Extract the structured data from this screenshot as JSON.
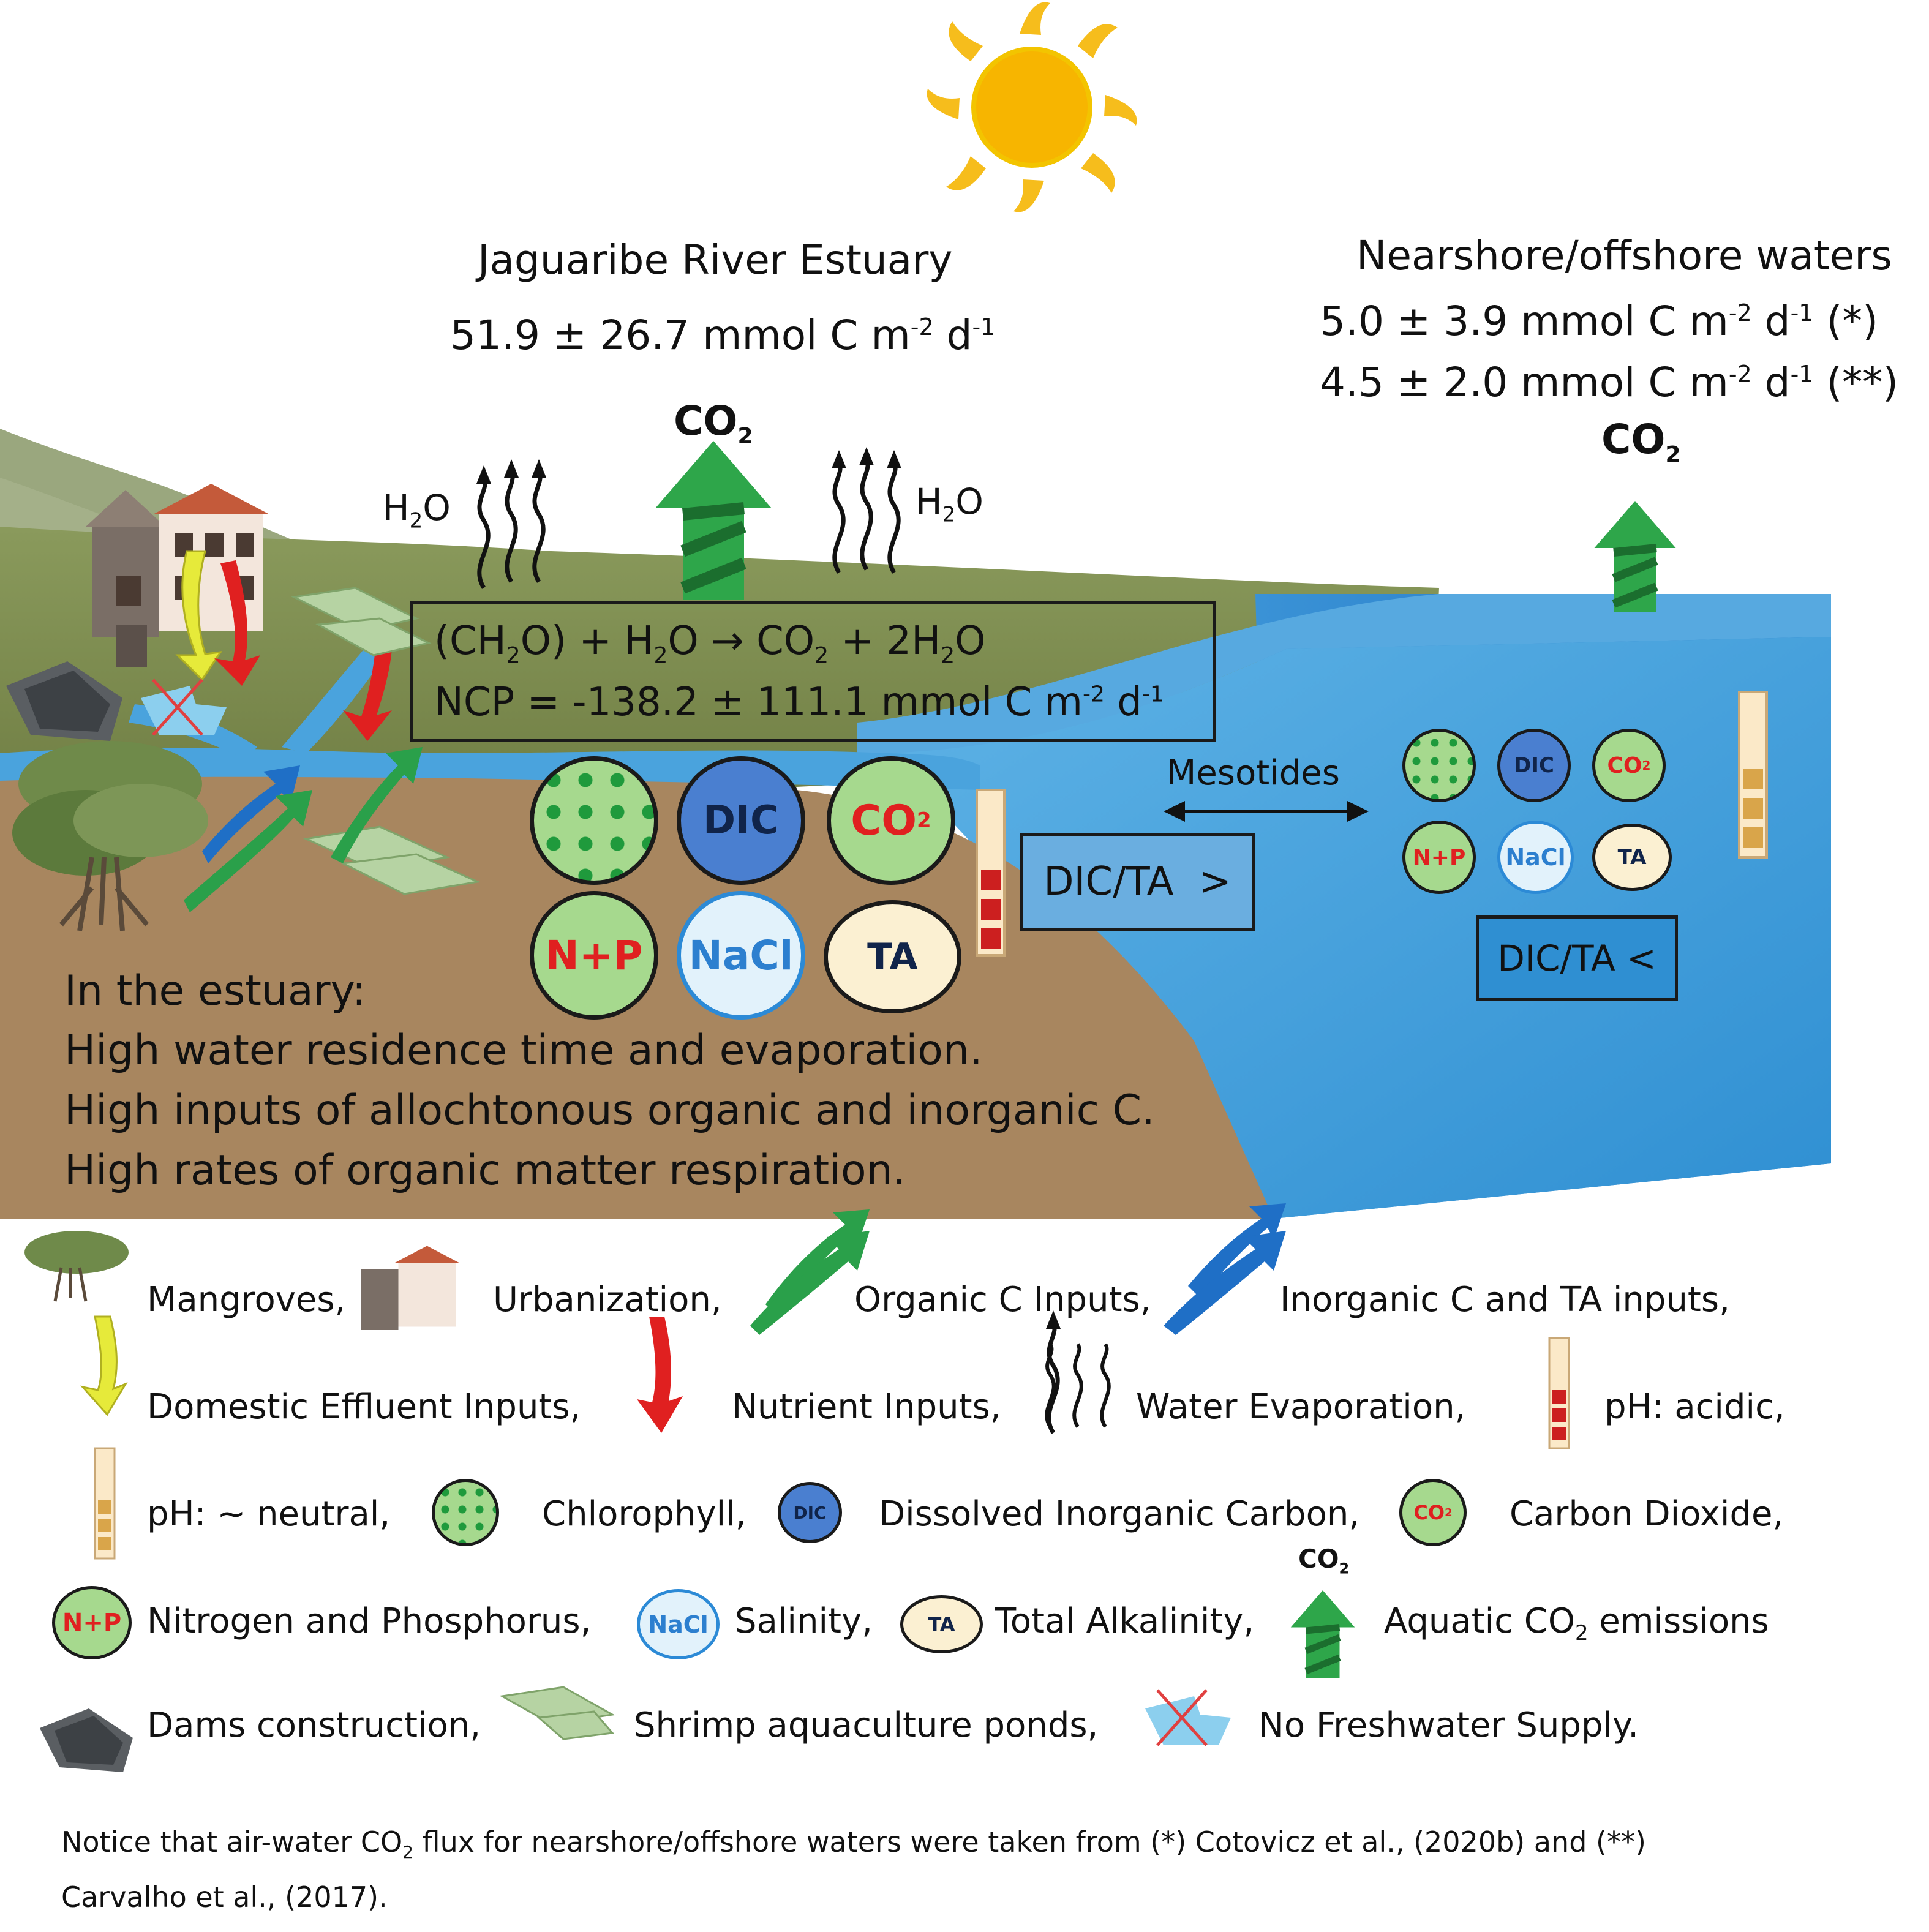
{
  "estuary": {
    "title": "Jaguaribe River Estuary",
    "flux_value": "51.9 ± 26.7 mmol C m",
    "flux_exp1": "-2",
    "flux_mid": " d",
    "flux_exp2": "-1"
  },
  "offshore": {
    "title": "Nearshore/offshore waters",
    "flux1_value": "5.0 ± 3.9 mmol C m",
    "flux1_ref": " (*)",
    "flux2_value": "4.5 ± 2.0 mmol C m",
    "flux2_ref": " (**)",
    "exp1": "-2",
    "mid": " d",
    "exp2": "-1"
  },
  "labels": {
    "co2_main": "CO",
    "co2_sub": "2",
    "h2o_main": "H",
    "h2o_sub": "2",
    "h2o_tail": "O",
    "mesotides": "Mesotides",
    "dic_ta_gt": "DIC/TA  >",
    "dic_ta_lt": "DIC/TA <"
  },
  "equation": {
    "line1_a": "(CH",
    "line1_sub1": "2",
    "line1_b": "O) + H",
    "line1_sub2": "2",
    "line1_c": "O → CO",
    "line1_sub3": "2",
    "line1_d": " + 2H",
    "line1_sub4": "2",
    "line1_e": "O",
    "line2": "NCP = -138.2 ± 111.1 mmol C m",
    "line2_exp1": "-2",
    "line2_mid": " d",
    "line2_exp2": "-1"
  },
  "badges": {
    "dic": "DIC",
    "co2": "CO",
    "co2_sub": "2",
    "np": "N+P",
    "nacl": "NaCl",
    "ta": "TA"
  },
  "estuary_text": {
    "heading": "In the estuary:",
    "line1": "High water residence time and evaporation.",
    "line2": "High inputs of allochtonous organic and inorganic C.",
    "line3": "High rates of organic matter respiration."
  },
  "legend": {
    "mangroves": "Mangroves,",
    "urbanization": "Urbanization,",
    "organic_c": "Organic C Inputs,",
    "inorganic_c": "Inorganic C and TA inputs,",
    "domestic": "Domestic Effluent Inputs,",
    "nutrient": "Nutrient Inputs,",
    "evaporation": "Water Evaporation,",
    "ph_acidic": "pH: acidic,",
    "ph_neutral": "pH: ~ neutral,",
    "chlorophyll": "Chlorophyll,",
    "dic": "Dissolved Inorganic Carbon,",
    "co2": "Carbon Dioxide,",
    "np": "Nitrogen and Phosphorus,",
    "salinity": "Salinity,",
    "ta": "Total Alkalinity,",
    "aquatic_a": "Aquatic CO",
    "aquatic_sub": "2",
    "aquatic_b": " emissions",
    "dams": "Dams construction,",
    "shrimp": "Shrimp aquaculture ponds,",
    "no_fresh": "No Freshwater Supply."
  },
  "note": {
    "line1_a": "Notice that air-water CO",
    "line1_sub": "2",
    "line1_b": " flux for nearshore/offshore waters were taken from (*) Cotovicz et al., (2020b) and (**)",
    "line2": "Carvalho et al., (2017)."
  },
  "colors": {
    "sky": "#ffffff",
    "sun": "#f5b800",
    "hill": "#8a9a6a",
    "land": "#7f8c4f",
    "sediment": "#a9865f",
    "water": "#3a9ad8",
    "water_light": "#7ec4ee",
    "chlorophyll": "#9fd58a",
    "dic": "#4a7fd0",
    "co2_text": "#e02020",
    "ta_fill": "#fbf0d2",
    "arrow_green": "#2aa04a",
    "arrow_blue": "#1f6fc6",
    "arrow_red": "#e02020",
    "arrow_yellow": "#e8ec3a"
  },
  "icons": [
    "sun-icon",
    "co2-arrow-icon",
    "evaporation-icon",
    "mangrove-icon",
    "house-icon",
    "dam-icon",
    "shrimp-pond-icon",
    "no-freshwater-icon",
    "ph-scale-icon"
  ]
}
